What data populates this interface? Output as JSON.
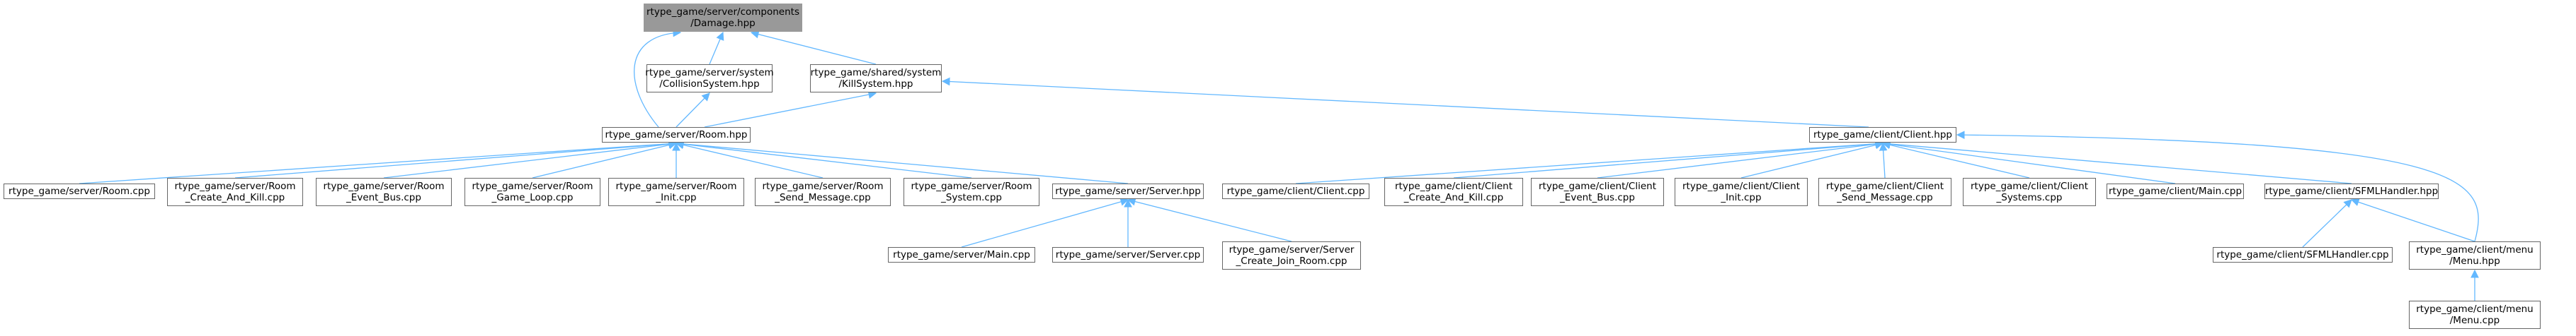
{
  "colors": {
    "edge": "#63B8FF",
    "node_border": "#666666",
    "root_fill": "#999999"
  },
  "graph": {
    "nodes": {
      "damage": "rtype_game/server/components\n/Damage.hpp",
      "collision": "rtype_game/server/system\n/CollisionSystem.hpp",
      "kill": "rtype_game/shared/system\n/KillSystem.hpp",
      "room": "rtype_game/server/Room.hpp",
      "client": "rtype_game/client/Client.hpp",
      "room_cpp": "rtype_game/server/Room.cpp",
      "room_create": "rtype_game/server/Room\n_Create_And_Kill.cpp",
      "room_event": "rtype_game/server/Room\n_Event_Bus.cpp",
      "room_loop": "rtype_game/server/Room\n_Game_Loop.cpp",
      "room_init": "rtype_game/server/Room\n_Init.cpp",
      "room_send": "rtype_game/server/Room\n_Send_Message.cpp",
      "room_system": "rtype_game/server/Room\n_System.cpp",
      "server": "rtype_game/server/Server.hpp",
      "server_main": "rtype_game/server/Main.cpp",
      "server_cpp": "rtype_game/server/Server.cpp",
      "server_join": "rtype_game/server/Server\n_Create_Join_Room.cpp",
      "client_cpp": "rtype_game/client/Client.cpp",
      "client_create": "rtype_game/client/Client\n_Create_And_Kill.cpp",
      "client_event": "rtype_game/client/Client\n_Event_Bus.cpp",
      "client_init": "rtype_game/client/Client\n_Init.cpp",
      "client_send": "rtype_game/client/Client\n_Send_Message.cpp",
      "client_systems": "rtype_game/client/Client\n_Systems.cpp",
      "client_main": "rtype_game/client/Main.cpp",
      "sfml": "rtype_game/client/SFMLHandler.hpp",
      "sfml_cpp": "rtype_game/client/SFMLHandler.cpp",
      "menu": "rtype_game/client/menu\n/Menu.hpp",
      "menu_cpp": "rtype_game/client/menu\n/Menu.cpp"
    }
  }
}
